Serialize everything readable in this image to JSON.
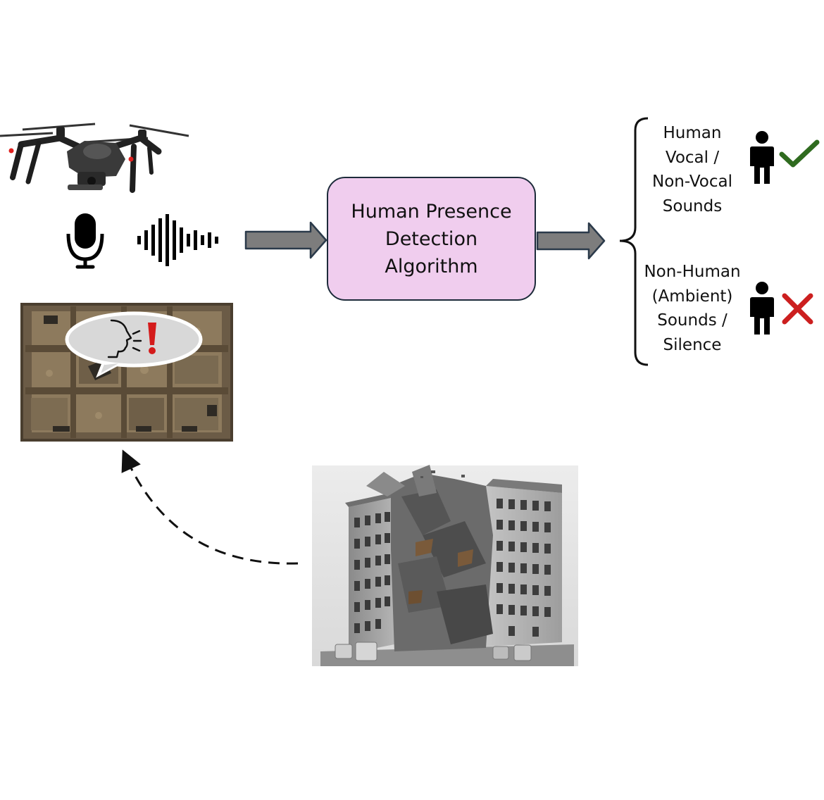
{
  "algorithm": {
    "label": "Human Presence Detection Algorithm"
  },
  "outputs": {
    "human": {
      "label": "Human Vocal / Non-Vocal Sounds",
      "status_icon": "checkmark-icon",
      "status_color": "#2f6b1f"
    },
    "non_human": {
      "label": "Non-Human (Ambient) Sounds / Silence",
      "status_icon": "cross-icon",
      "status_color": "#cc1f1f"
    }
  },
  "colors": {
    "algorithm_fill": "#f0cdee",
    "algorithm_border": "#1d2b3a",
    "arrow_fill": "#7d7d7d",
    "arrow_stroke": "#2b3a4a",
    "alert_mark": "#d41b1b"
  },
  "icons": [
    "drone-icon",
    "microphone-icon",
    "sound-wave-icon",
    "collapsed-building-image",
    "rubble-interior-image",
    "speech-bubble-icon",
    "speaking-face-icon",
    "exclamation-icon",
    "person-icon",
    "checkmark-icon",
    "cross-icon"
  ]
}
